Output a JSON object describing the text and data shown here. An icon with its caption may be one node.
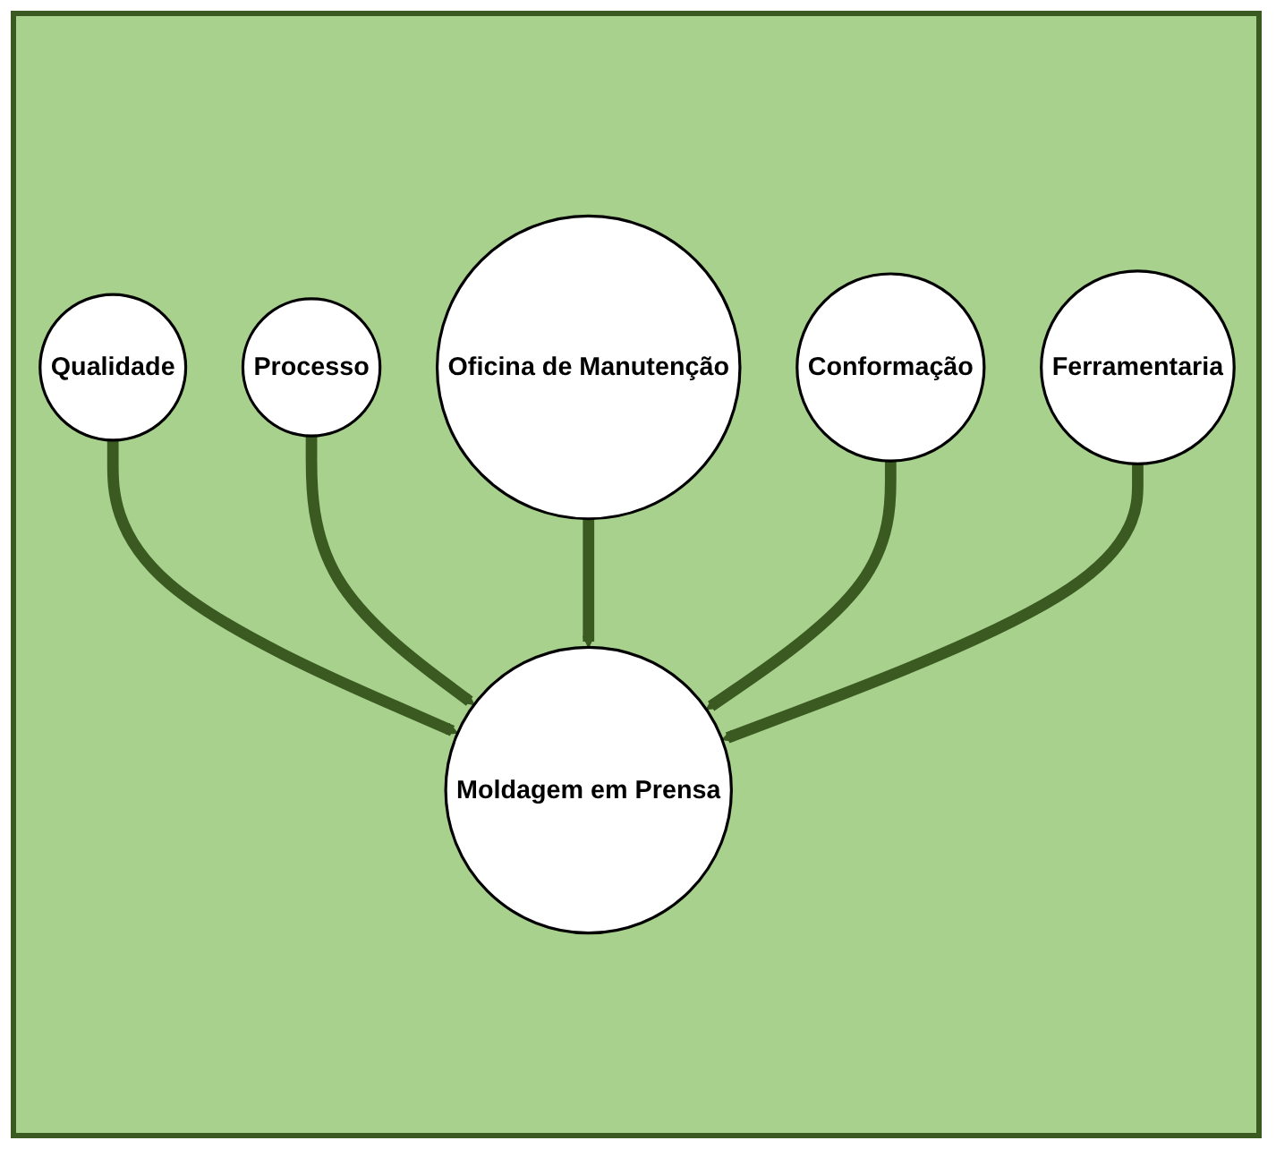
{
  "diagram": {
    "nodes": [
      {
        "text": [
          "Qualidade"
        ]
      },
      {
        "text": [
          "Processo"
        ]
      },
      {
        "text": [
          "Oficina de Manutenção"
        ]
      },
      {
        "text": [
          "Moldagem em Prensa"
        ]
      },
      {
        "text": [
          "Conformação"
        ]
      },
      {
        "text": [
          "Ferramentaria"
        ]
      }
    ],
    "edges": [
      {
        "from": 0,
        "to": 3,
        "arrow": "to"
      },
      {
        "from": 1,
        "to": 3,
        "arrow": "to"
      },
      {
        "from": 2,
        "to": 3,
        "arrow": "to"
      },
      {
        "from": 4,
        "to": 3,
        "arrow": "to"
      },
      {
        "from": 5,
        "to": 3,
        "arrow": "to"
      }
    ]
  }
}
